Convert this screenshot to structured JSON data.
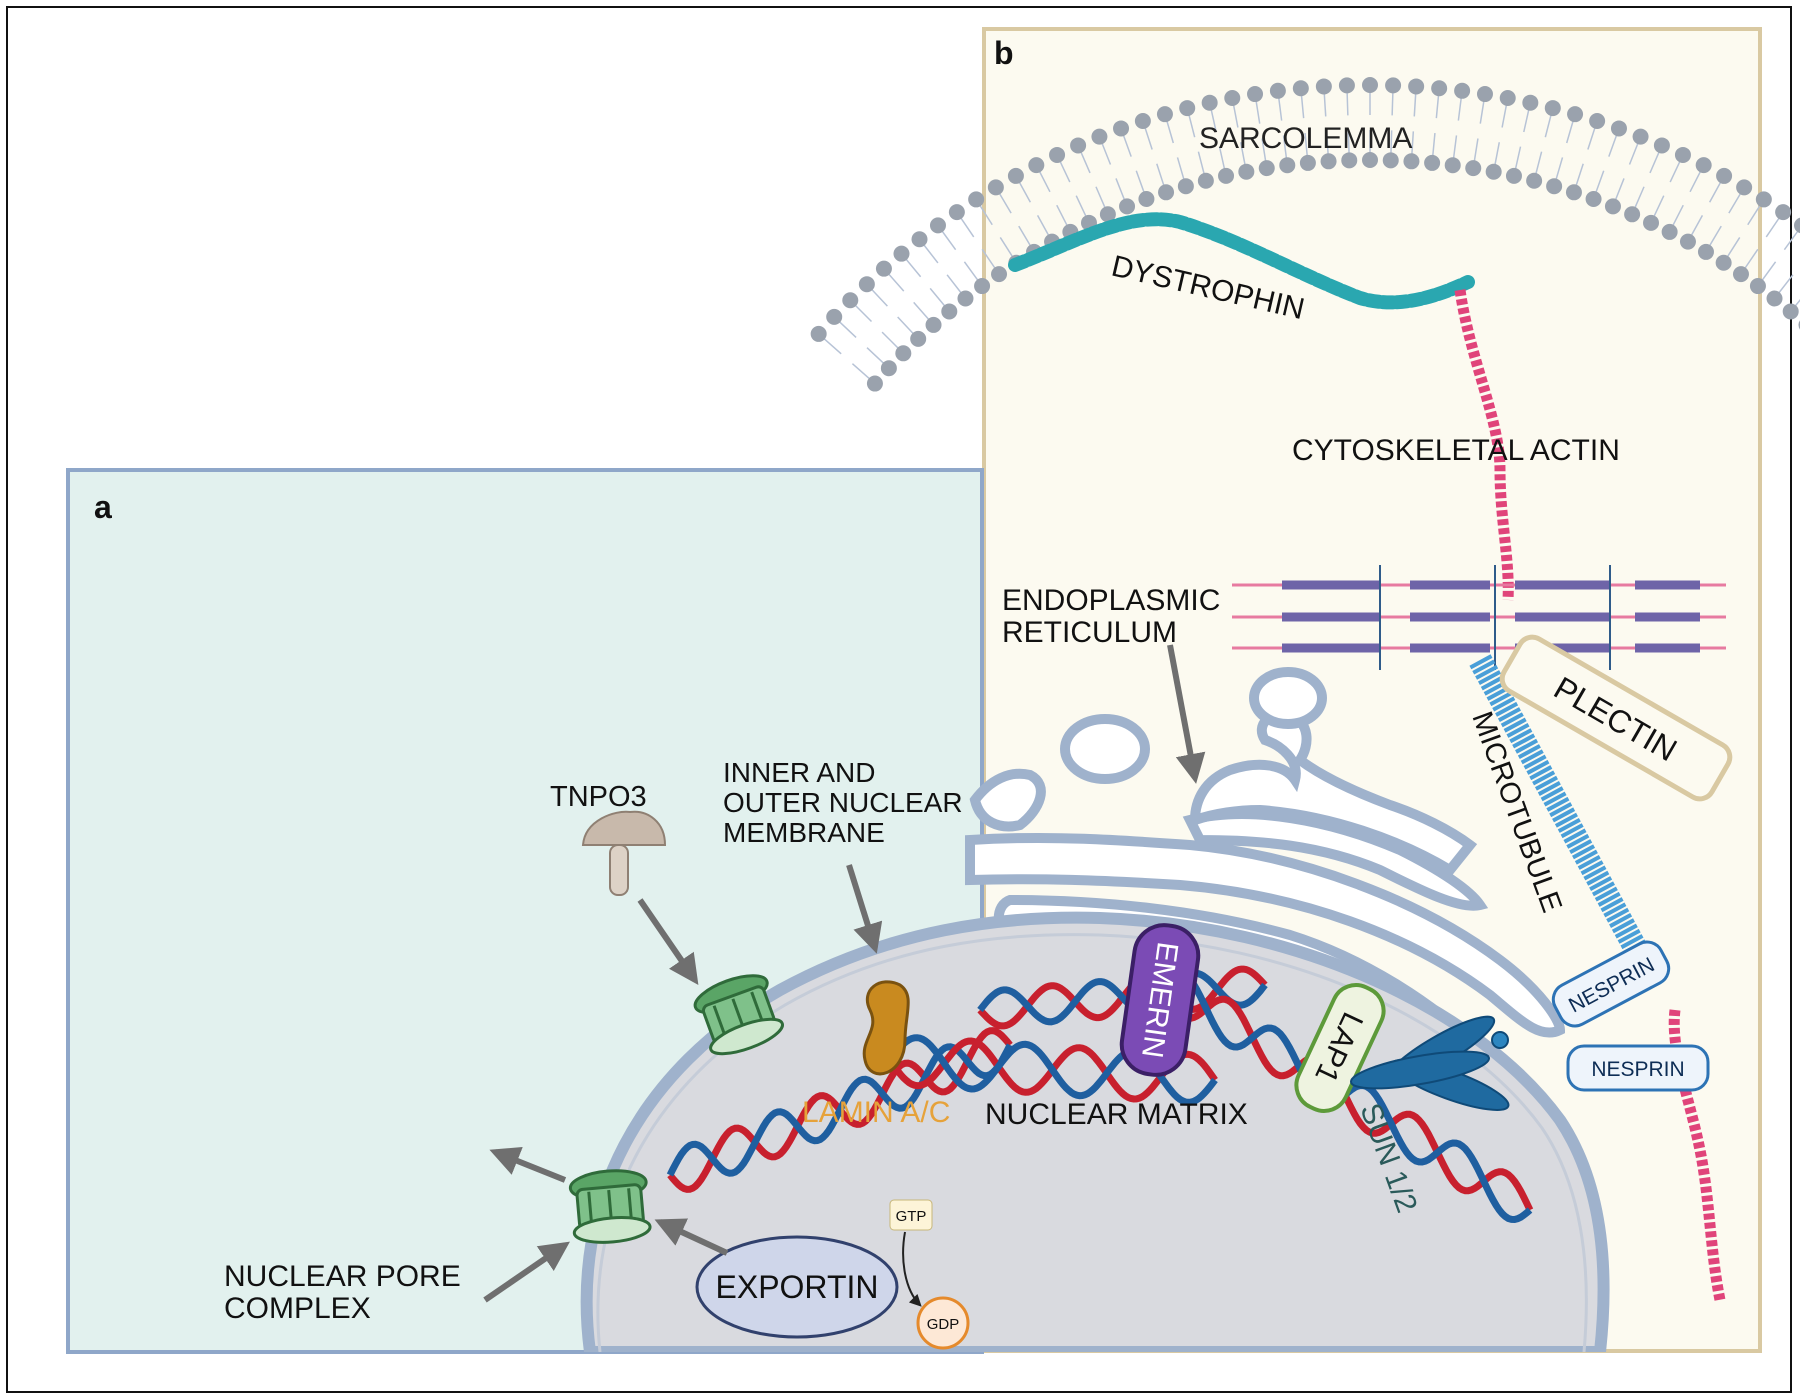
{
  "panel_a": {
    "letter": "a",
    "colors": {
      "background": "#e2f1ee",
      "border": "#8fa7c9"
    },
    "labels": {
      "tnpo3": "TNPO3",
      "inner_outer_membrane_1": "INNER AND",
      "inner_outer_membrane_2": "OUTER NUCLEAR",
      "inner_outer_membrane_3": "MEMBRANE",
      "lamin": "LAMIN A/C",
      "nuclear_matrix": "NUCLEAR MATRIX",
      "nuclear_pore_1": "NUCLEAR PORE",
      "nuclear_pore_2": "COMPLEX",
      "exportin": "EXPORTIN",
      "gtp": "GTP",
      "gdp": "GDP"
    }
  },
  "panel_b": {
    "letter": "b",
    "colors": {
      "background": "#fcfaf0",
      "border": "#d9c9a2"
    },
    "labels": {
      "sarcolemma": "SARCOLEMMA",
      "dystrophin": "DYSTROPHIN",
      "cytoskeletal_actin": "CYTOSKELETAL ACTIN",
      "er_1": "ENDOPLASMIC",
      "er_2": "RETICULUM",
      "plectin": "PLECTIN",
      "microtubule": "MICROTUBULE",
      "emerin": "EMERIN",
      "lap1": "LAP1",
      "sun": "SUN 1/2",
      "nesprin_1": "NESPRIN",
      "nesprin_2": "NESPRIN"
    }
  },
  "colors": {
    "dna_red": "#c8202e",
    "dna_blue": "#1f5fa0",
    "lamin": "#c98a1f",
    "emerin": "#7b4bb5",
    "lap1_border": "#5d9a3a",
    "sun_text": "#2a5a5a",
    "actin": "#e0447a",
    "dystrophin": "#2aa7b0",
    "microtubule": "#4a9fd8",
    "pore": "#5aa566",
    "exportin_fill": "#cfd6ea",
    "nucleus_fill": "#d9dadf",
    "membrane": "#9fb2cc",
    "lipid_head": "#9aa2ad",
    "gdp": "#e58a2c"
  },
  "icons": [
    "tnpo3-mushroom-icon",
    "nuclear-pore-icon",
    "chromosome-icon",
    "sarcomere-icon",
    "arrow-icon"
  ]
}
